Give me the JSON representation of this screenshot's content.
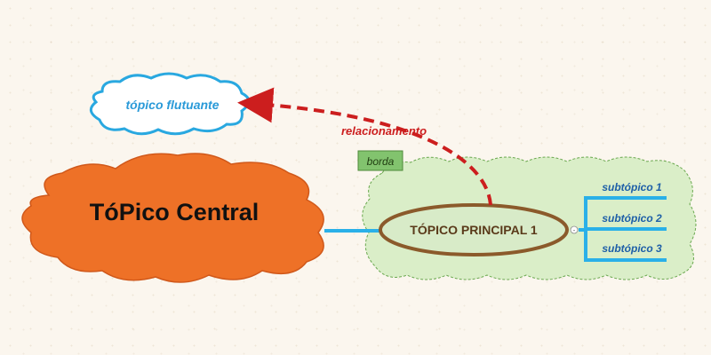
{
  "central_topic": {
    "label": "TóPico Central",
    "fill": "#ee7127",
    "outline": "#d0581a"
  },
  "main_topic": {
    "label": "TÓPICO PRINCIPAL 1",
    "outline": "#8b5a2b",
    "fill": "#d8ebc8"
  },
  "floating_topic": {
    "label": "tópico flutuante",
    "outline": "#29a8e0"
  },
  "relationship": {
    "label": "relacionamento",
    "color": "#cc1e1e"
  },
  "boundary": {
    "label": "borda",
    "fill": "#daeec8",
    "tag_fill": "#82c36e"
  },
  "subtopics": [
    {
      "label": "subtópico 1"
    },
    {
      "label": "subtópico 2"
    },
    {
      "label": "subtópico 3"
    }
  ],
  "connector_color": "#2ab0e8",
  "collapse_symbol": "-"
}
